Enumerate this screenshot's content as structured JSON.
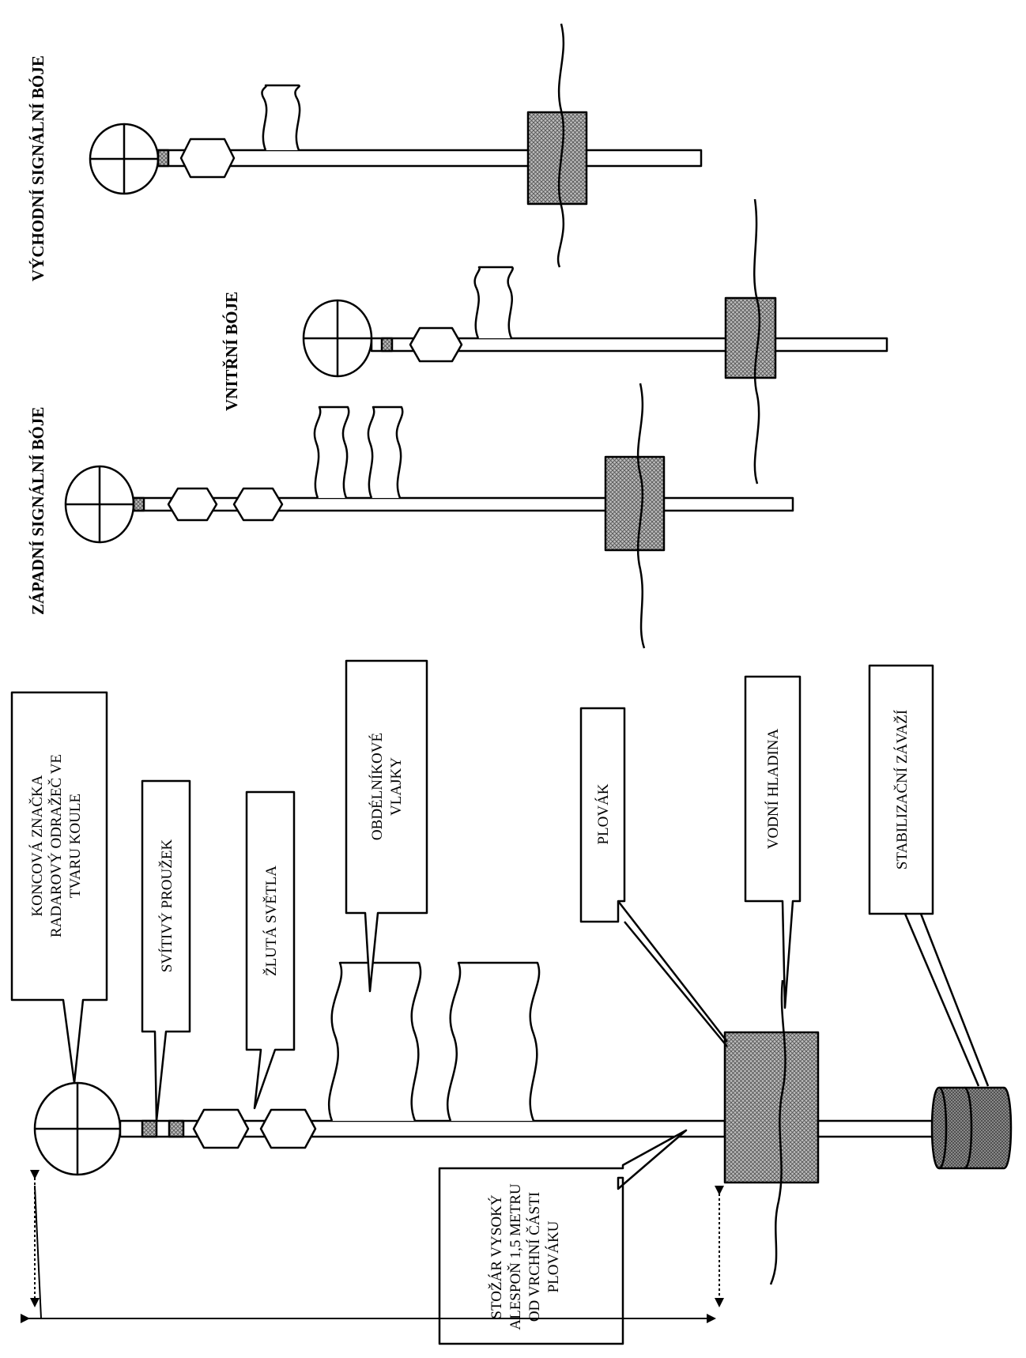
{
  "titles": {
    "west": "ZÁPADNÍ SIGNÁLNÍ BÓJE",
    "inner": "VNITŘNÍ BÓJE",
    "east": "VÝCHODNÍ SIGNÁLNÍ BÓJE"
  },
  "labels": {
    "topmark": [
      "KONCOVÁ ZNAČKA",
      "RADAROVÝ ODRAŽEČ VE",
      "TVARU KOULE"
    ],
    "strip": [
      "SVÍTIVÝ PROUŽEK"
    ],
    "lights": [
      "ŽLUTÁ SVĚTLA"
    ],
    "flags": [
      "OBDÉLNÍKOVÉ",
      "VLAJKY"
    ],
    "float": [
      "PLOVÁK"
    ],
    "water": [
      "VODNÍ HLADINA"
    ],
    "weight": [
      "STABILIZAČNÍ ZÁVAŽÍ"
    ],
    "mast": [
      "STOŽÁR VYSOKÝ",
      "ALESPOŇ 1,5 METRU",
      "OD VRCHNÍ ČÁSTI",
      "PLOVÁKU"
    ]
  },
  "colors": {
    "stroke": "#000000",
    "hatch": "#9a9a9a",
    "background": "#ffffff"
  }
}
